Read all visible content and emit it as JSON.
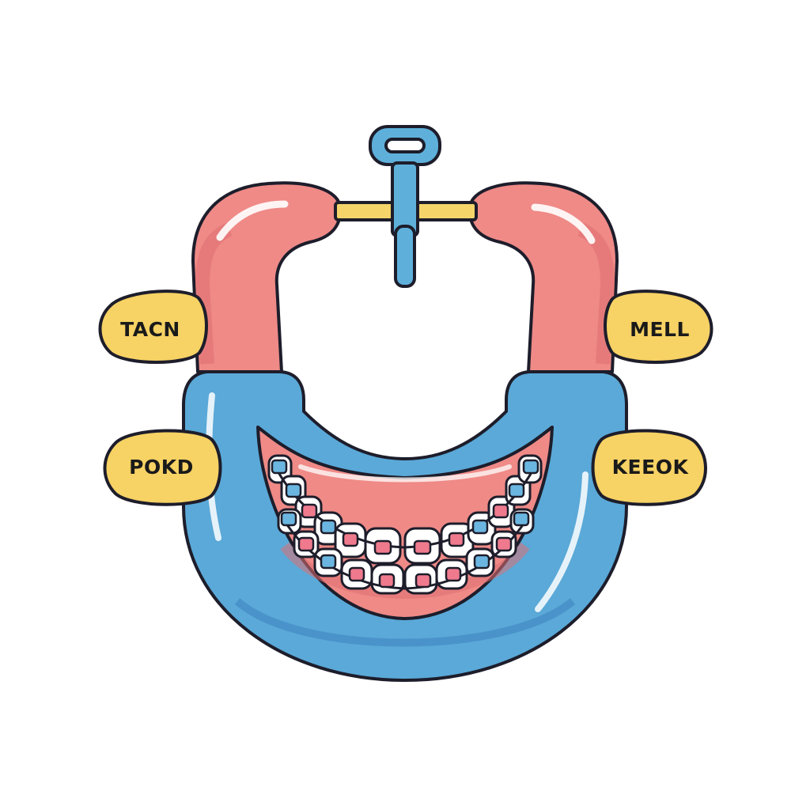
{
  "labels": {
    "upper_left": "TACN",
    "upper_right": "MELL",
    "lower_left": "POKD",
    "lower_right": "KEEOK"
  },
  "colors": {
    "gum_pink": "#ef8a87",
    "gum_dark": "#df6f72",
    "tray_blue": "#5aa9d8",
    "tray_dark": "#3f86c2",
    "tag_yellow": "#f7d264",
    "bar_yellow": "#f5d56a",
    "key_blue": "#5eb0db",
    "tooth_white": "#ffffff",
    "bracket_blue": "#6bb6e0",
    "bracket_pink": "#ef7a8d",
    "outline": "#1d1d2b"
  },
  "icons": {
    "key": "key-icon",
    "gums": "gum-icon",
    "tray": "tray-icon",
    "braces": "braces-icon"
  }
}
